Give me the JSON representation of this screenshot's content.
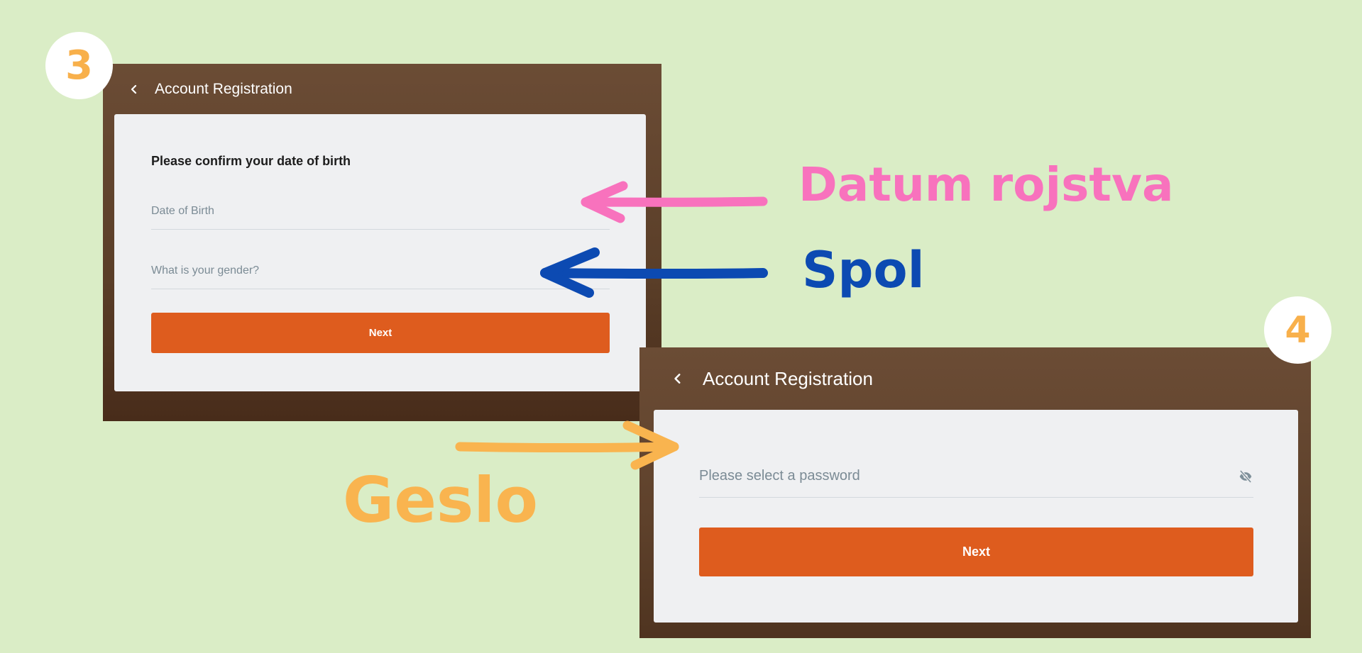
{
  "screen3": {
    "step": "3",
    "header": {
      "title": "Account Registration"
    },
    "form": {
      "heading": "Please confirm your date of birth",
      "dob_placeholder": "Date of Birth",
      "gender_placeholder": "What is your gender?",
      "next_label": "Next"
    }
  },
  "screen4": {
    "step": "4",
    "header": {
      "title": "Account Registration"
    },
    "form": {
      "password_placeholder": "Please select a password",
      "next_label": "Next"
    }
  },
  "annotations": {
    "dob": {
      "text": "Datum rojstva",
      "color": "#f872bd"
    },
    "gender": {
      "text": "Spol",
      "color": "#0c4ab2"
    },
    "password": {
      "text": "Geslo",
      "color": "#f9b44f"
    }
  },
  "colors": {
    "background": "#daedc6",
    "app_bar": "#6b4c35",
    "primary_button": "#de5c1e",
    "card": "#eff0f2"
  },
  "icons": {
    "back": "chevron-left-icon",
    "password_toggle": "eye-off-icon"
  }
}
